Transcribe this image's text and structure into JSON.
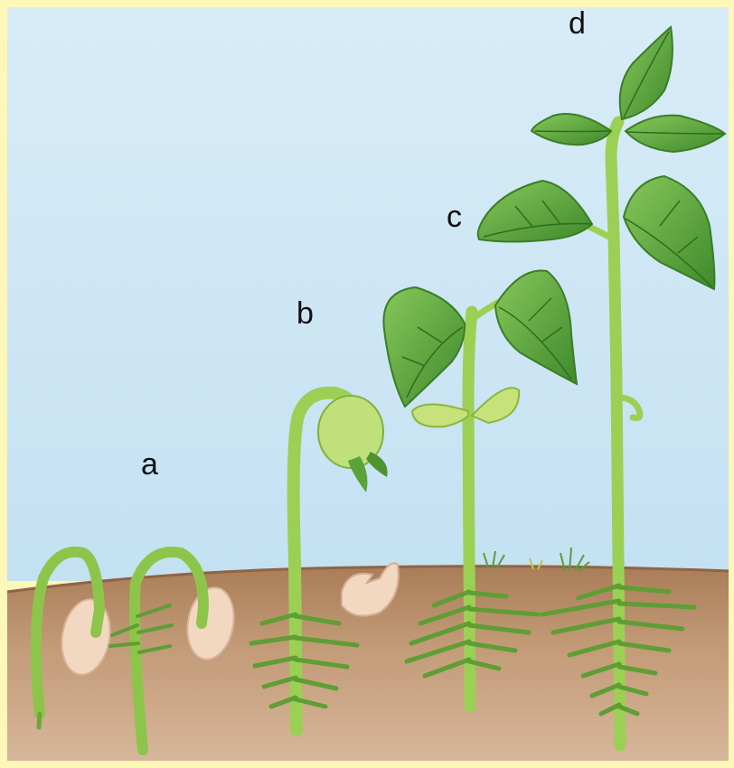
{
  "labels": {
    "a": "a",
    "b": "b",
    "c": "c",
    "d": "d"
  },
  "colors": {
    "border": "#fff7b8",
    "sky": "#cfe7f5",
    "soil": "#b98e69",
    "soil_line": "#9c6f4d",
    "stem": "#9ccf52",
    "stem_dark": "#5b9a2e",
    "leaf": "#6fb54a",
    "leaf_dark": "#3f8a2c",
    "cotyledon": "#c7e27a",
    "seed": "#f1d6bf"
  }
}
